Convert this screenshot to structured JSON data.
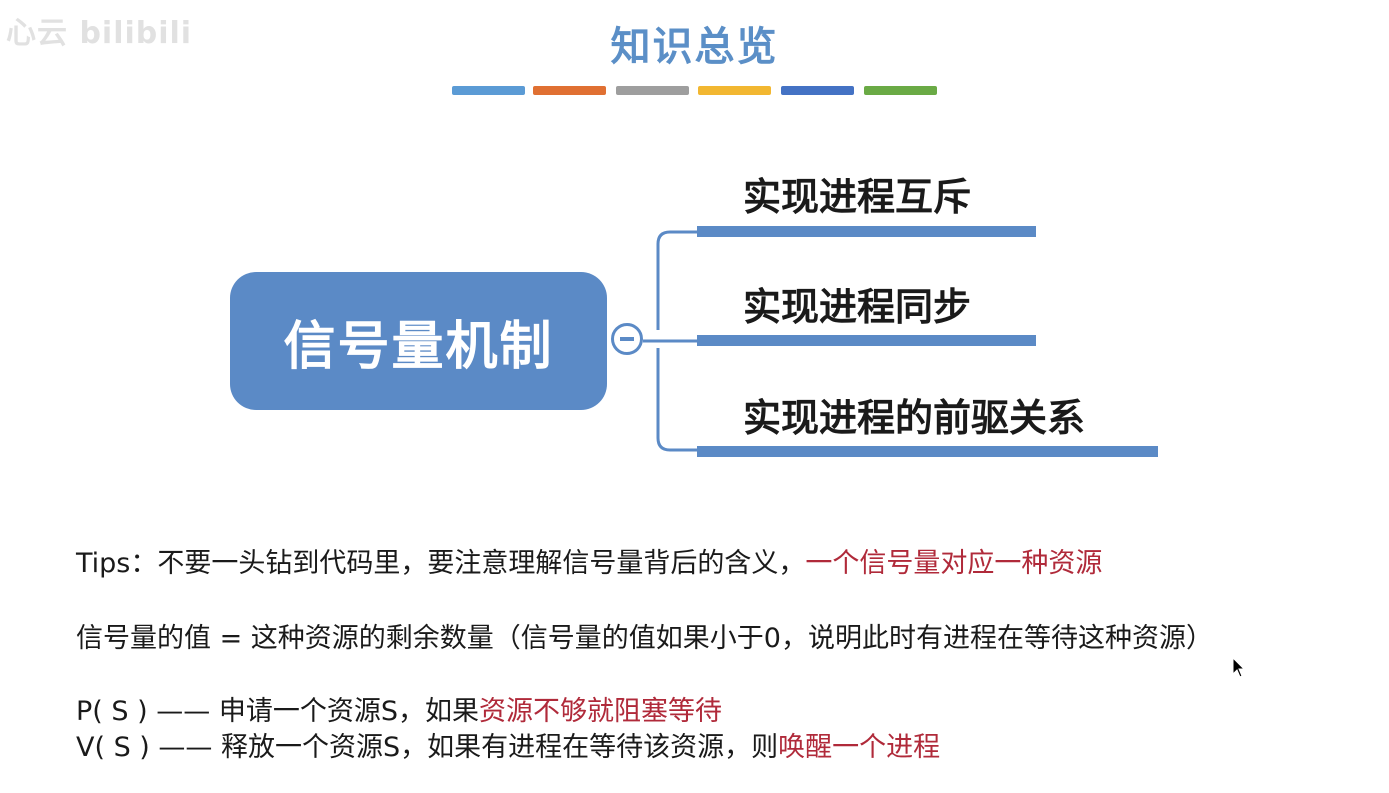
{
  "watermark": "心云 bilibili",
  "title": "知识总览",
  "colors": {
    "strip": [
      "#5b9bd5",
      "#e07032",
      "#9e9e9e",
      "#f2b731",
      "#4472c4",
      "#6aaa45"
    ],
    "node": "#5b8ac6",
    "highlight": "#b02a3a",
    "title": "#5b8fc7"
  },
  "mindmap": {
    "central": "信号量机制",
    "collapse_icon": "minus-icon",
    "branches": [
      {
        "label": "实现进程互斥"
      },
      {
        "label": "实现进程同步"
      },
      {
        "label": "实现进程的前驱关系"
      }
    ]
  },
  "notes": {
    "tips_prefix": "Tips：不要一头钻到代码里，要注意理解信号量背后的含义，",
    "tips_highlight": "一个信号量对应一种资源",
    "value_line": "信号量的值 = 这种资源的剩余数量（信号量的值如果小于0，说明此时有进程在等待这种资源）",
    "p_prefix": "P( S ) —— 申请一个资源S，如果",
    "p_highlight": "资源不够就阻塞等待",
    "v_prefix": "V( S ) —— 释放一个资源S，如果有进程在等待该资源，则",
    "v_highlight": "唤醒一个进程"
  }
}
